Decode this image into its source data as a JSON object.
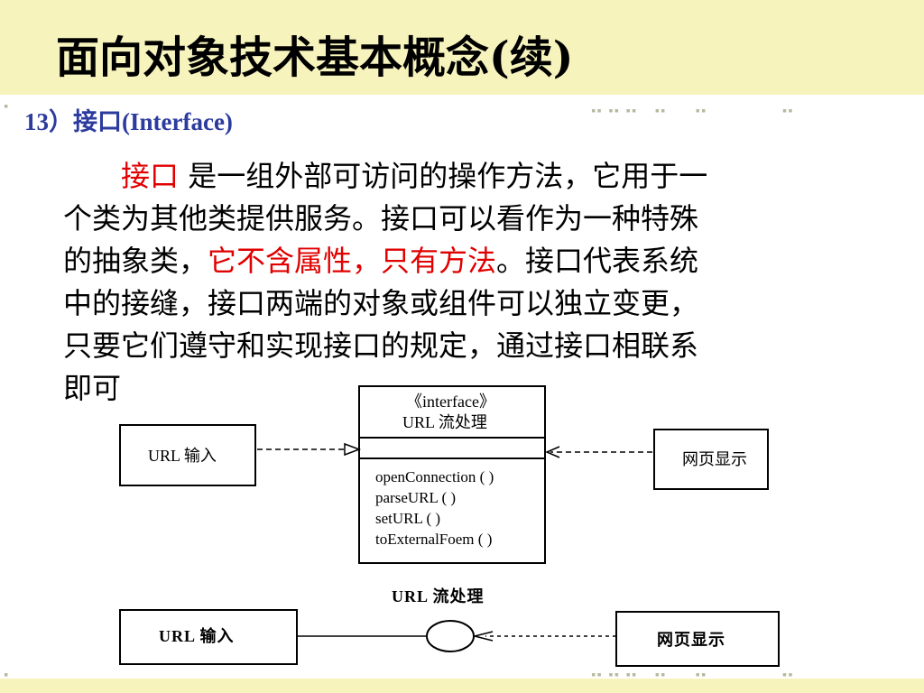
{
  "title": "面向对象技术基本概念(续)",
  "subtitle": "13）接口(Interface)",
  "paragraph": {
    "line1_red": "接口",
    "line1_rest": " 是一组外部可访问的操作方法，它用于一",
    "line2": "个类为其他类提供服务。接口可以看作为一种特殊",
    "line3_pre": "的抽象类，",
    "line3_red": "它不含属性，只有方法",
    "line3_post": "。接口代表系统",
    "line4": "中的接缝，接口两端的对象或组件可以独立变更，",
    "line5": "只要它们遵守和实现接口的规定，通过接口相联系",
    "line6": "即可"
  },
  "diagram_top": {
    "stereotype": "《interface》",
    "class_name": "URL 流处理",
    "methods": [
      "openConnection ( )",
      "parseURL ( )",
      "setURL ( )",
      "toExternalFoem ( )"
    ],
    "left_box": "URL 输入",
    "right_box": "网页显示"
  },
  "diagram_bottom": {
    "interface_label": "URL 流处理",
    "left_box": "URL 输入",
    "right_box": "网页显示"
  },
  "colors": {
    "banner": "#f7f3bd",
    "subtitle": "#2c3b9e",
    "highlight": "#e00000"
  }
}
